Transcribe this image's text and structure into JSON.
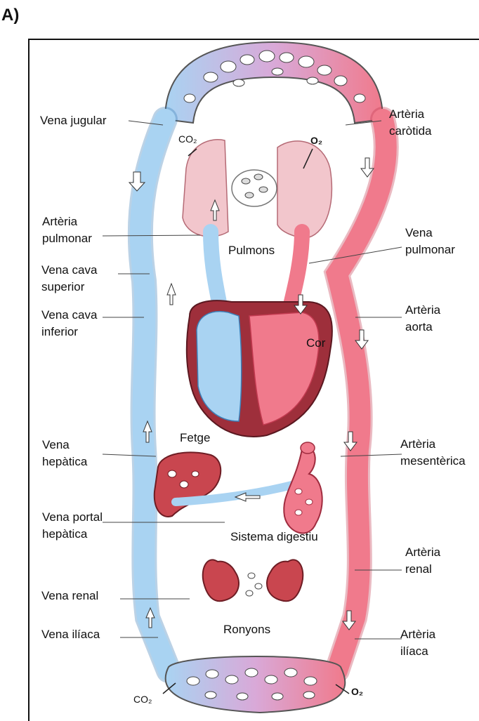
{
  "panel_label": "A)",
  "labels": {
    "vena_jugular": "Vena jugular",
    "arteria_carotida": "Artèria\ncaròtida",
    "arteria_pulmonar": "Artèria\npulmonar",
    "vena_pulmonar": "Vena\npulmonar",
    "pulmons": "Pulmons",
    "vena_cava_superior": "Vena cava\nsuperior",
    "vena_cava_inferior": "Vena cava\ninferior",
    "arteria_aorta": "Artèria\naorta",
    "cor": "Cor",
    "vena_hepatica": "Vena\nhepàtica",
    "fetge": "Fetge",
    "arteria_mesenterica": "Artèria\nmesentèrica",
    "vena_portal_hepatica": "Vena portal\nhepàtica",
    "sistema_digestiu": "Sistema digestiu",
    "arteria_renal": "Artèria\nrenal",
    "vena_renal": "Vena renal",
    "ronyons": "Ronyons",
    "vena_iliaca": "Vena ilíaca",
    "arteria_iliaca": "Artèria\nilíaca"
  },
  "gases": {
    "co2_top": "CO₂",
    "o2_top": "O₂",
    "co2_bottom": "CO₂",
    "o2_bottom": "O₂"
  },
  "colors": {
    "venous_blue": "#a9d3f2",
    "venous_stroke": "#3d7fb8",
    "arterial_red": "#f07a8c",
    "arterial_stroke": "#c23a50",
    "organ_red": "#c9464f",
    "lung_pink": "#f2c6cc"
  }
}
